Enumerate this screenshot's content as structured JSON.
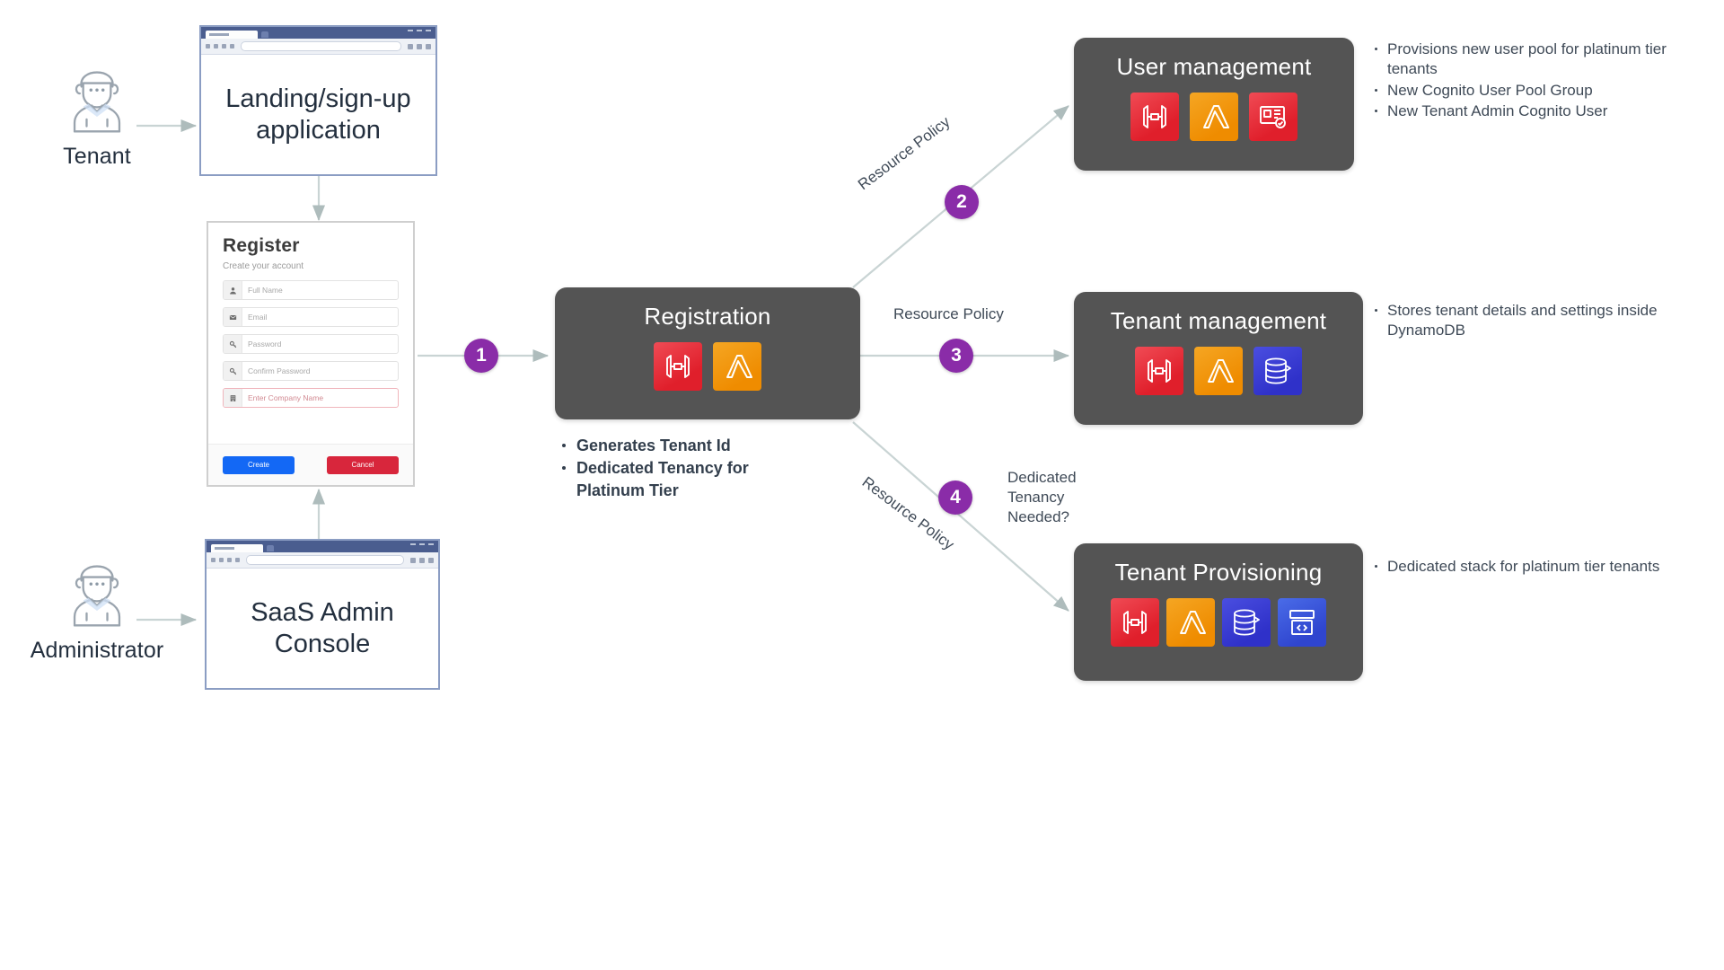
{
  "actors": [
    {
      "id": "tenant",
      "label": "Tenant",
      "icon": "user-person-icon"
    },
    {
      "id": "administrator",
      "label": "Administrator",
      "icon": "user-person-icon"
    }
  ],
  "browsers": [
    {
      "id": "landing-app",
      "title": "Landing/sign-up application"
    },
    {
      "id": "saas-admin-console",
      "title": "SaaS Admin Console"
    }
  ],
  "register_card": {
    "heading": "Register",
    "subheading": "Create your account",
    "fields": [
      {
        "icon": "person-icon",
        "placeholder": "Full Name",
        "alert": false
      },
      {
        "icon": "envelope-icon",
        "placeholder": "Email",
        "alert": false
      },
      {
        "icon": "key-icon",
        "placeholder": "Password",
        "alert": false
      },
      {
        "icon": "key-icon",
        "placeholder": "Confirm Password",
        "alert": false
      },
      {
        "icon": "building-icon",
        "placeholder": "Enter Company Name",
        "alert": true
      }
    ],
    "buttons": [
      {
        "label": "Create",
        "style": "primary",
        "color": "#1368f5"
      },
      {
        "label": "Cancel",
        "style": "danger",
        "color": "#d8263c"
      }
    ]
  },
  "services": [
    {
      "id": "registration",
      "title": "Registration",
      "icons": [
        {
          "name": "api-gateway-icon",
          "kind": "apigw",
          "color": "#e01f2b"
        },
        {
          "name": "lambda-icon",
          "kind": "lambda",
          "color": "#ef8c00"
        }
      ]
    },
    {
      "id": "user-management",
      "title": "User management",
      "icons": [
        {
          "name": "api-gateway-icon",
          "kind": "apigw",
          "color": "#e01f2b"
        },
        {
          "name": "lambda-icon",
          "kind": "lambda",
          "color": "#ef8c00"
        },
        {
          "name": "cognito-icon",
          "kind": "cognito",
          "color": "#e01f2b"
        }
      ]
    },
    {
      "id": "tenant-management",
      "title": "Tenant management",
      "icons": [
        {
          "name": "api-gateway-icon",
          "kind": "apigw",
          "color": "#e01f2b"
        },
        {
          "name": "lambda-icon",
          "kind": "lambda",
          "color": "#ef8c00"
        },
        {
          "name": "dynamodb-icon",
          "kind": "dynamo",
          "color": "#2f31c9"
        }
      ]
    },
    {
      "id": "tenant-provisioning",
      "title": "Tenant Provisioning",
      "icons": [
        {
          "name": "api-gateway-icon",
          "kind": "apigw",
          "color": "#e01f2b"
        },
        {
          "name": "lambda-icon",
          "kind": "lambda",
          "color": "#ef8c00"
        },
        {
          "name": "dynamodb-icon",
          "kind": "dynamo",
          "color": "#2f31c9"
        },
        {
          "name": "cloudformation-icon",
          "kind": "cfn",
          "color": "#2f45cf"
        }
      ]
    }
  ],
  "registration_notes": [
    "Generates Tenant Id",
    "Dedicated Tenancy for Platinum Tier"
  ],
  "annotations": {
    "user_management": [
      "Provisions new user pool for platinum tier tenants",
      "New Cognito User Pool Group",
      "New Tenant Admin Cognito User"
    ],
    "tenant_management": [
      "Stores tenant details and settings inside DynamoDB"
    ],
    "tenant_provisioning": [
      "Dedicated stack for platinum tier tenants"
    ]
  },
  "steps": [
    {
      "number": "1",
      "color": "#8a2ca8"
    },
    {
      "number": "2",
      "color": "#8a2ca8"
    },
    {
      "number": "3",
      "color": "#8a2ca8"
    },
    {
      "number": "4",
      "color": "#8a2ca8"
    }
  ],
  "edge_labels": {
    "to_user_management": "Resource Policy",
    "to_tenant_management": "Resource Policy",
    "to_tenant_provisioning": "Resource Policy"
  },
  "decision": {
    "line1": "Dedicated",
    "line2": "Tenancy",
    "line3": "Needed?"
  },
  "colors": {
    "service_box": "#545454",
    "badge": "#8a2ca8",
    "connector": "#c9d4d4",
    "browser_border": "#8b9dc3",
    "browser_titlebar": "#4a5d8f"
  }
}
